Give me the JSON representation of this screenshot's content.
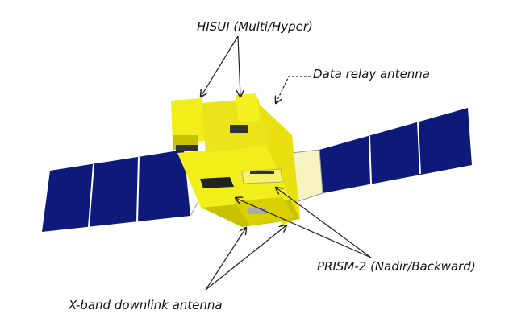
{
  "labels": {
    "hisui": "HISUI (Multi/Hyper)",
    "data_relay": "Data relay antenna",
    "prism": "PRISM-2 (Nadir/Backward)",
    "xband": "X-band downlink antenna"
  },
  "colors": {
    "panel": "#0d1a7a",
    "body": "#f2ee1a",
    "body_shade": "#c9c100",
    "arrow": "#222222"
  }
}
